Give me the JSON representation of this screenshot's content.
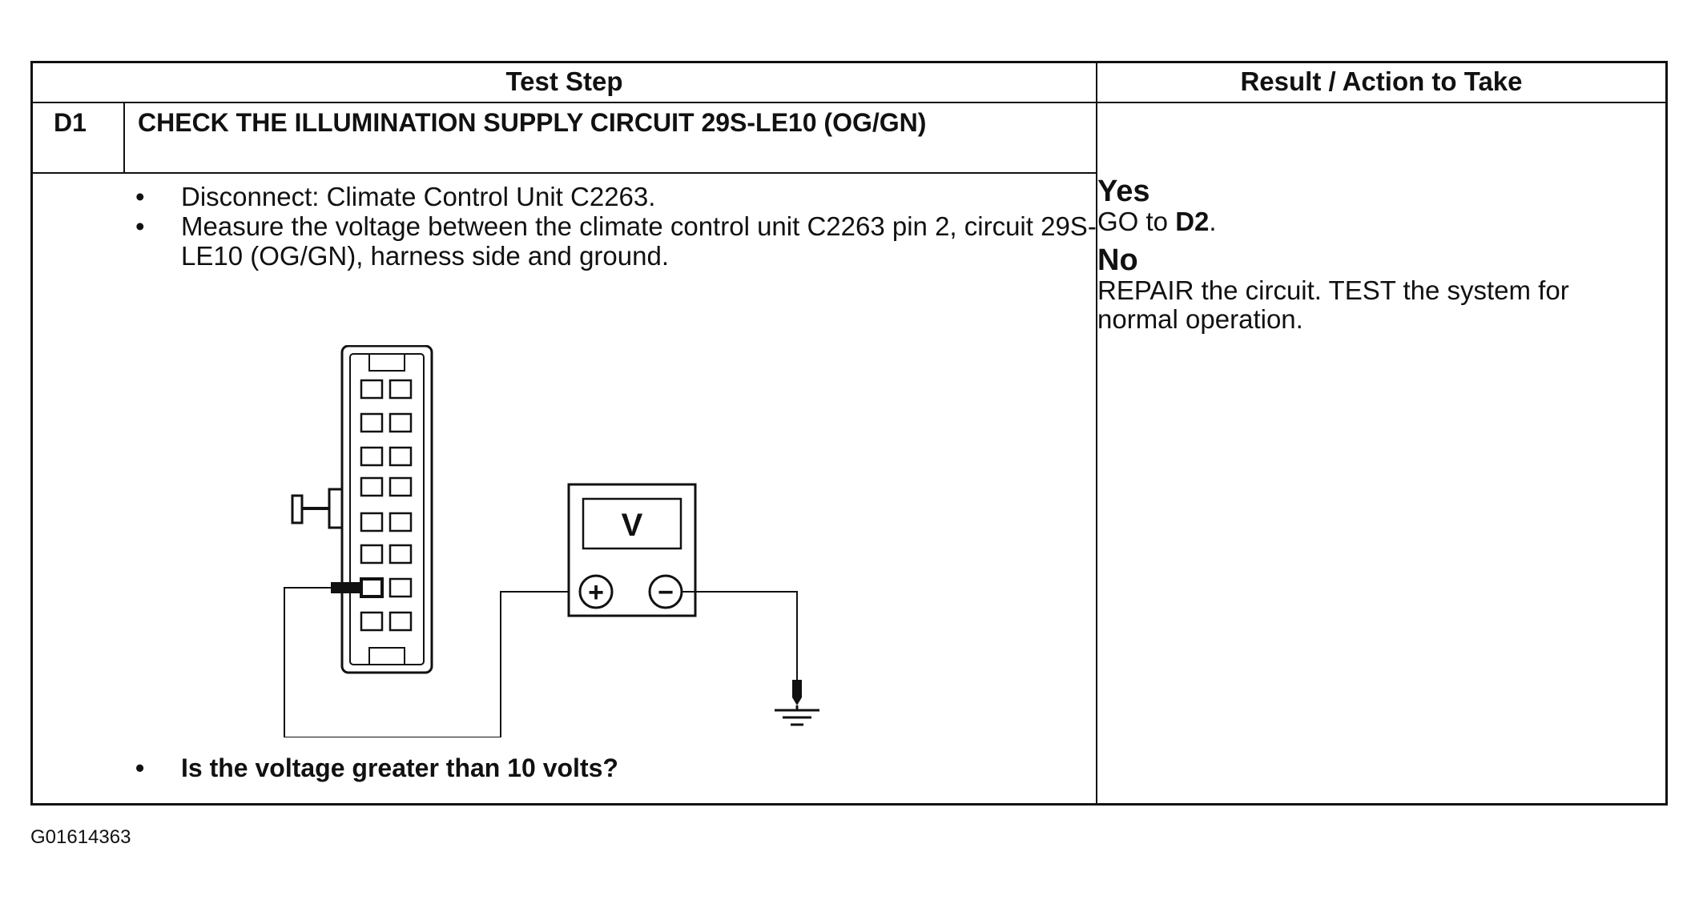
{
  "header": {
    "test_step": "Test Step",
    "result_action": "Result / Action to Take"
  },
  "step": {
    "id": "D1",
    "title": "CHECK THE ILLUMINATION SUPPLY CIRCUIT 29S-LE10 (OG/GN)",
    "bullets": [
      "Disconnect: Climate Control Unit C2263.",
      "Measure the voltage between the climate control unit C2263 pin 2, circuit 29S-LE10 (OG/GN), harness side and ground."
    ],
    "question": "Is the voltage greater than 10 volts?"
  },
  "result": {
    "yes_label": "Yes",
    "yes_text_prefix": "GO to ",
    "yes_target": "D2",
    "yes_text_suffix": ".",
    "no_label": "No",
    "no_text": "REPAIR the circuit. TEST the system for normal operation."
  },
  "diagram": {
    "meter_label": "V",
    "plus_symbol": "+",
    "minus_symbol": "−"
  },
  "figure_id": "G01614363"
}
